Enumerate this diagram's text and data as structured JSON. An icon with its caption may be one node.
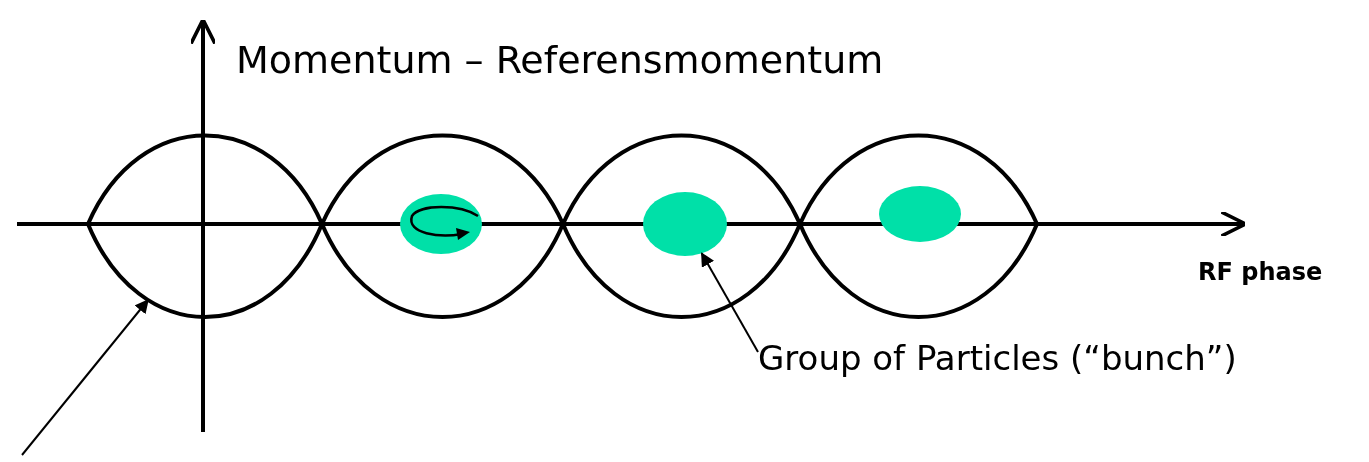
{
  "diagram": {
    "nodes": [
      {
        "text": [],
        "shape": "picture"
      },
      {
        "text": [],
        "shape": "circle",
        "in": 0
      },
      {
        "text": [],
        "shape": "circle",
        "in": 0
      },
      {
        "text": [],
        "shape": "circle",
        "in": 0
      },
      {
        "text": [
          "Group of Particles (“bunch”)"
        ]
      }
    ],
    "edges": [
      {
        "from": 4,
        "to": 2,
        "arrow": "to"
      },
      {
        "from": null,
        "to": 0,
        "arrow": "to"
      }
    ],
    "labels": [
      "Momentum – Referensmomentum",
      "RF phase"
    ]
  }
}
